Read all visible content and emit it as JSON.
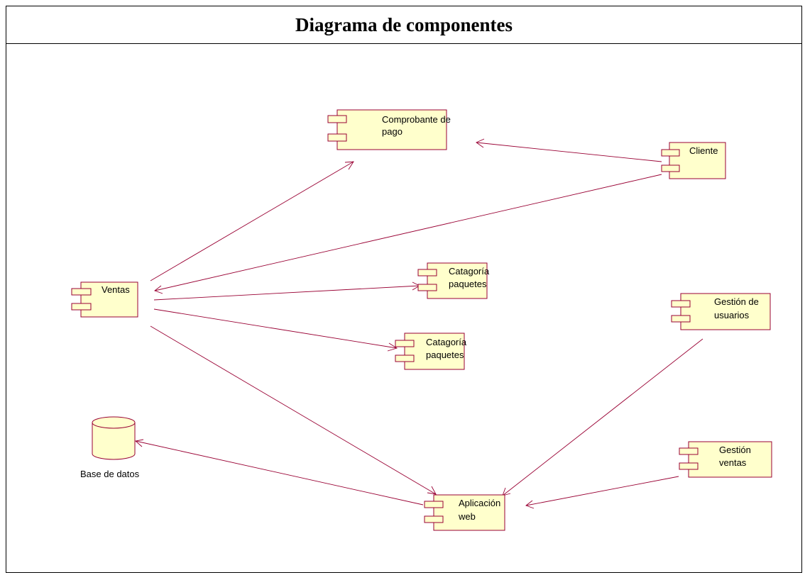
{
  "title": "Diagrama de componentes",
  "components": {
    "comprobante": {
      "line1": "Comprobante de",
      "line2": "pago"
    },
    "cliente": {
      "line1": "Cliente"
    },
    "ventas": {
      "line1": "Ventas"
    },
    "categoria1": {
      "line1": "Catagoría",
      "line2": "paquetes"
    },
    "categoria2": {
      "line1": "Catagoría",
      "line2": "paquetes"
    },
    "gestion_usuarios": {
      "line1": "Gestión de",
      "line2": "usuarios"
    },
    "gestion_ventas": {
      "line1": "Gestión",
      "line2": "ventas"
    },
    "aplicacion": {
      "line1": "Aplicación",
      "line2": "web"
    }
  },
  "database": {
    "label": "Base de datos"
  },
  "colors": {
    "fill": "#ffffcc",
    "stroke": "#990033"
  }
}
